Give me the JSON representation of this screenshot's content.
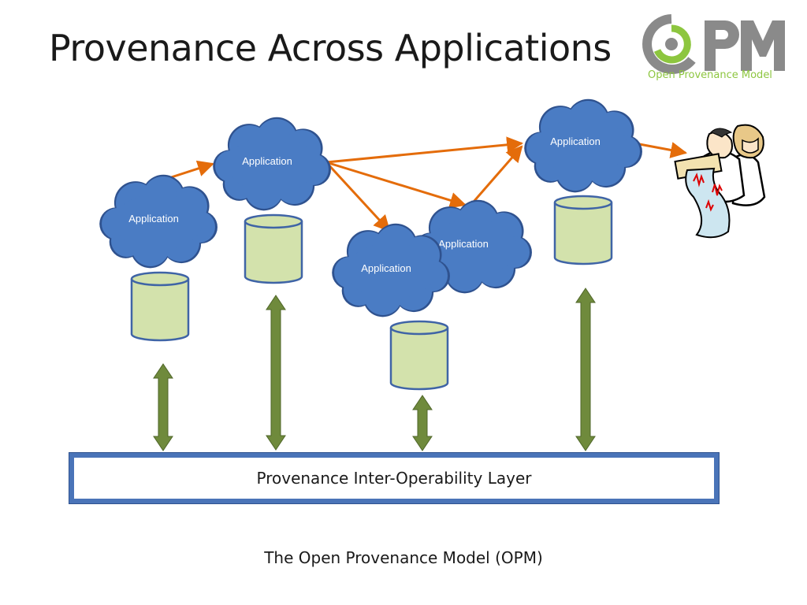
{
  "title": "Provenance Across Applications",
  "logo": {
    "mark": "OPM",
    "subtitle": "Open Provenance Model",
    "colors": {
      "mark_gray": "#8a8a8a",
      "swirl_green": "#8dc63f"
    }
  },
  "applications": [
    {
      "label": "Application"
    },
    {
      "label": "Application"
    },
    {
      "label": "Application"
    },
    {
      "label": "Application"
    },
    {
      "label": "Application"
    }
  ],
  "layer": {
    "label": "Provenance Inter-Operability Layer"
  },
  "caption": "The Open Provenance Model (OPM)",
  "colors": {
    "cloud_fill": "#4a7cc4",
    "cloud_stroke": "#2f528f",
    "store_fill": "#d3e2ac",
    "store_stroke": "#3f64a6",
    "flow_arrow": "#e46c0a",
    "sync_arrow": "#6f8a3c",
    "layer_border": "#4a74b8"
  },
  "icons": [
    "cloud-icon",
    "database-icon",
    "scientists-clipart-icon"
  ]
}
